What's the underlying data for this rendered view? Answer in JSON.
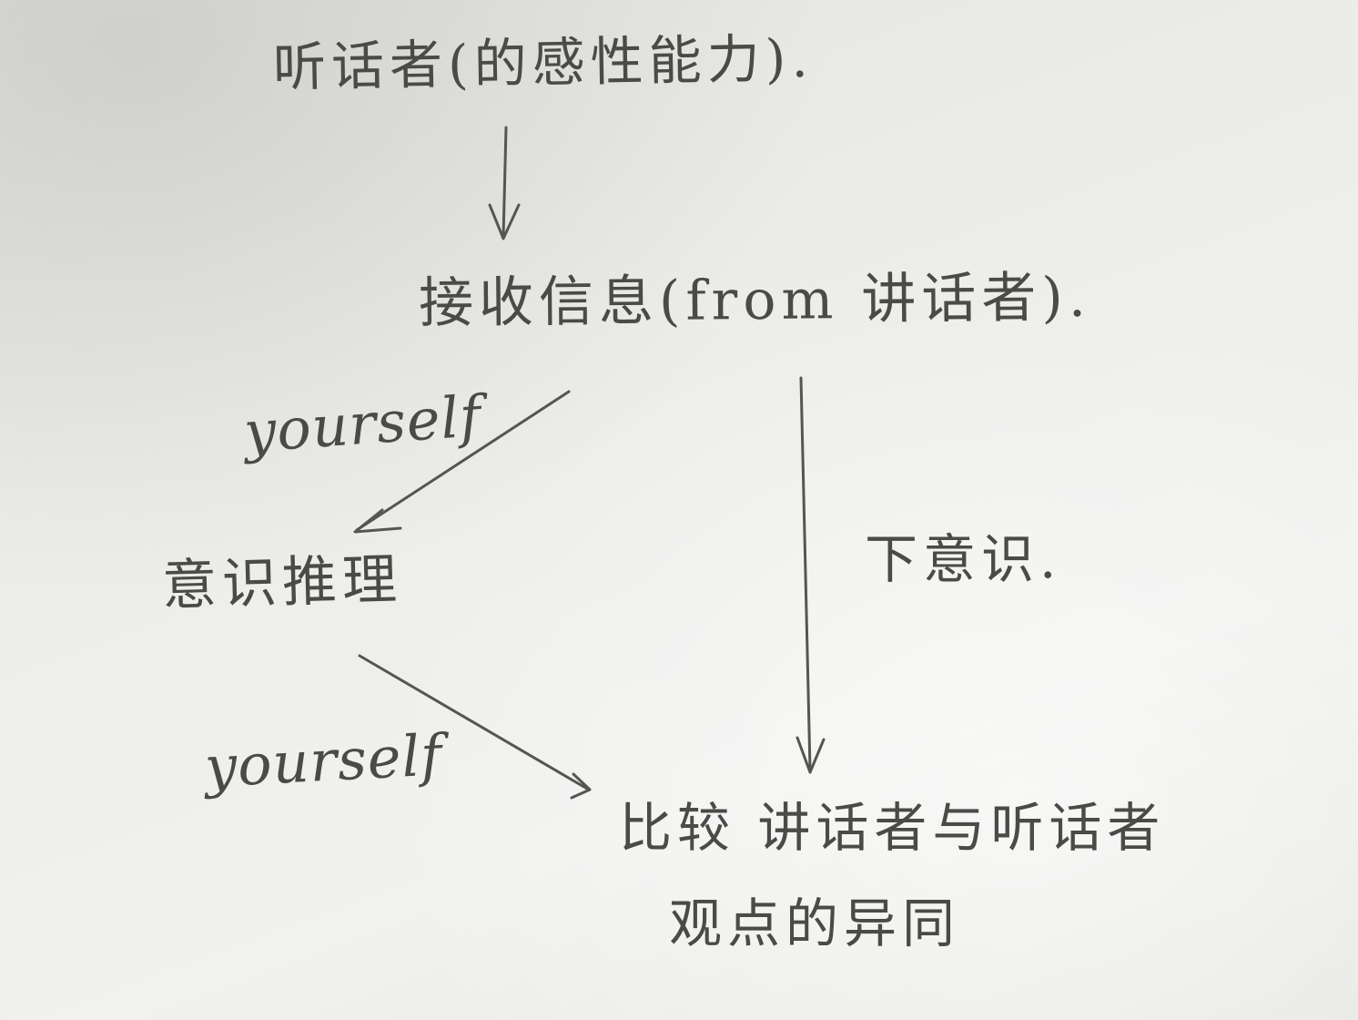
{
  "nodes": {
    "top": "听话者(的感性能力).",
    "receive": "接收信息(from 讲话者).",
    "think": "意识推理",
    "compare_line1": "比较 讲话者与听话者",
    "compare_line2": "观点的异同"
  },
  "edge_labels": {
    "yourself_1": "yourself",
    "yourself_2": "yourself",
    "subconscious": "下意识."
  },
  "colors": {
    "ink": "#4a4a48",
    "paper": "#ececea"
  }
}
